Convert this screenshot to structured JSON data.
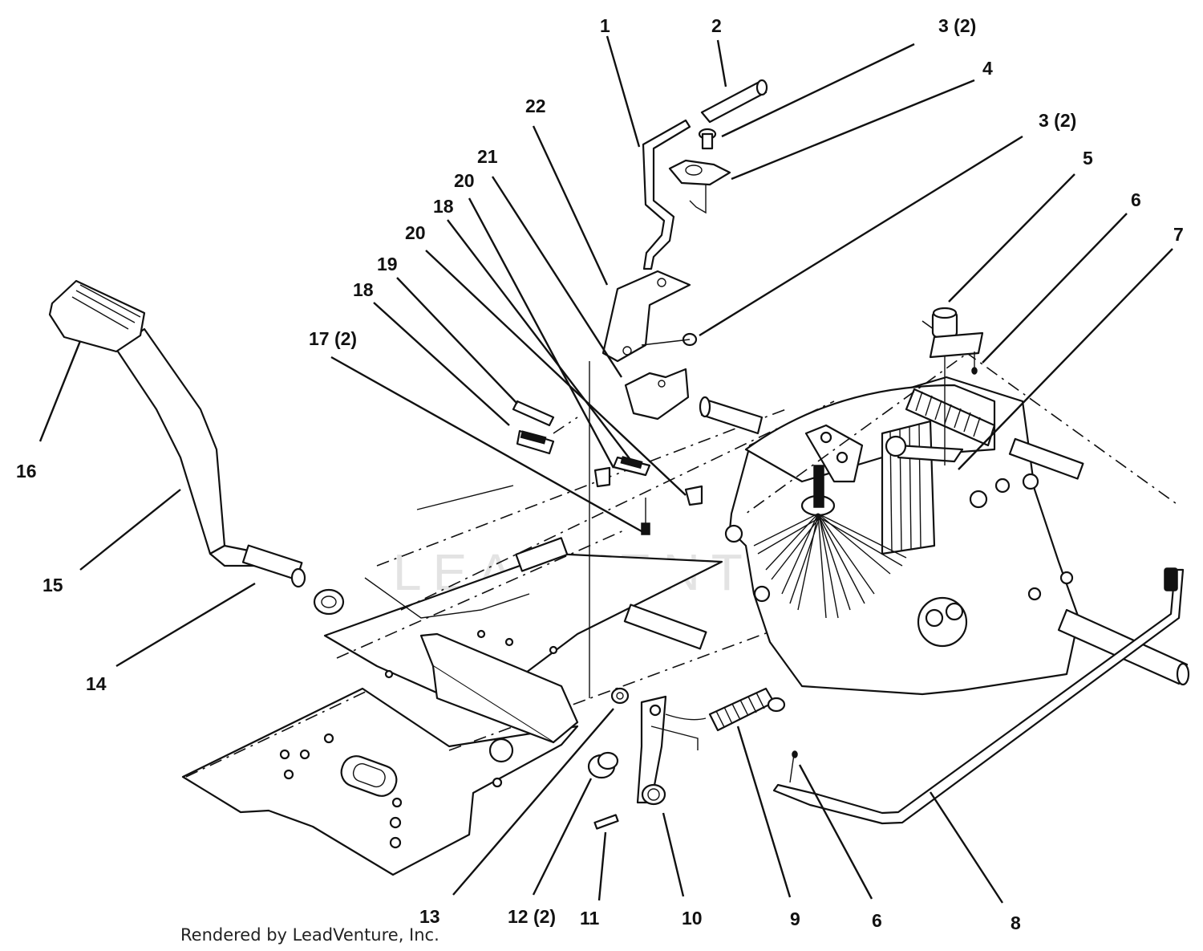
{
  "watermark": "LEADVENTURE",
  "credit": "Rendered by LeadVenture, Inc.",
  "callouts": [
    {
      "id": "c1",
      "text": "1"
    },
    {
      "id": "c2",
      "text": "2"
    },
    {
      "id": "c3a",
      "text": "3 (2)"
    },
    {
      "id": "c4",
      "text": "4"
    },
    {
      "id": "c3b",
      "text": "3 (2)"
    },
    {
      "id": "c5",
      "text": "5"
    },
    {
      "id": "c6a",
      "text": "6"
    },
    {
      "id": "c7",
      "text": "7"
    },
    {
      "id": "c22",
      "text": "22"
    },
    {
      "id": "c21",
      "text": "21"
    },
    {
      "id": "c20a",
      "text": "20"
    },
    {
      "id": "c18a",
      "text": "18"
    },
    {
      "id": "c20b",
      "text": "20"
    },
    {
      "id": "c19",
      "text": "19"
    },
    {
      "id": "c18b",
      "text": "18"
    },
    {
      "id": "c17",
      "text": "17 (2)"
    },
    {
      "id": "c16",
      "text": "16"
    },
    {
      "id": "c15",
      "text": "15"
    },
    {
      "id": "c14",
      "text": "14"
    },
    {
      "id": "c13",
      "text": "13"
    },
    {
      "id": "c12",
      "text": "12 (2)"
    },
    {
      "id": "c11",
      "text": "11"
    },
    {
      "id": "c10",
      "text": "10"
    },
    {
      "id": "c9",
      "text": "9"
    },
    {
      "id": "c6b",
      "text": "6"
    },
    {
      "id": "c8",
      "text": "8"
    }
  ]
}
